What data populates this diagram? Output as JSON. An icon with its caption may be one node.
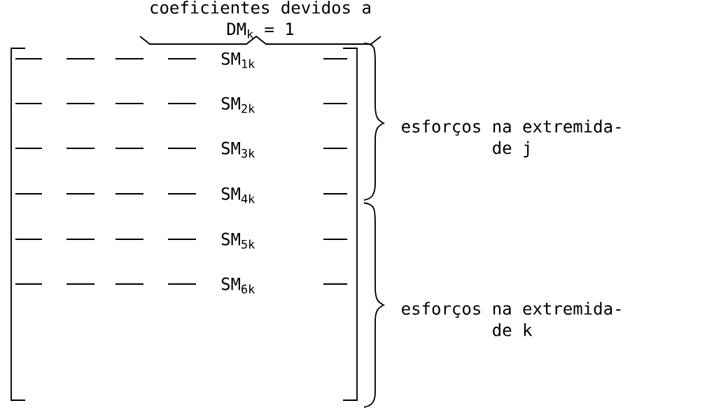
{
  "diagram": {
    "labels": [
      "coeficientes devidos a DM$_{k}$ = 1",
      "SM$_{1k}$",
      "SM$_{2k}$",
      "SM$_{3k}$",
      "SM$_{4k}$",
      "SM$_{5k}$",
      "SM$_{6k}$",
      "esforços na extremida- de j",
      "esforços na extremida- de k"
    ]
  }
}
